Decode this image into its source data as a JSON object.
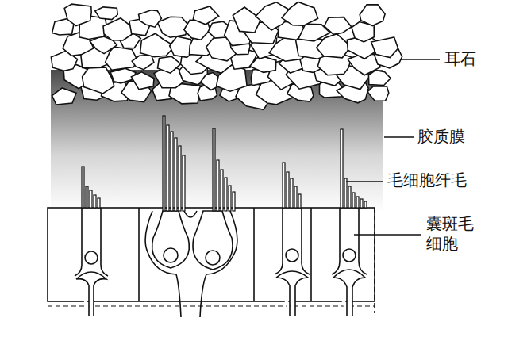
{
  "diagram": {
    "labels": [
      "耳石",
      "胶质膜",
      "毛细胞纤毛",
      "囊斑毛 细胞"
    ]
  }
}
